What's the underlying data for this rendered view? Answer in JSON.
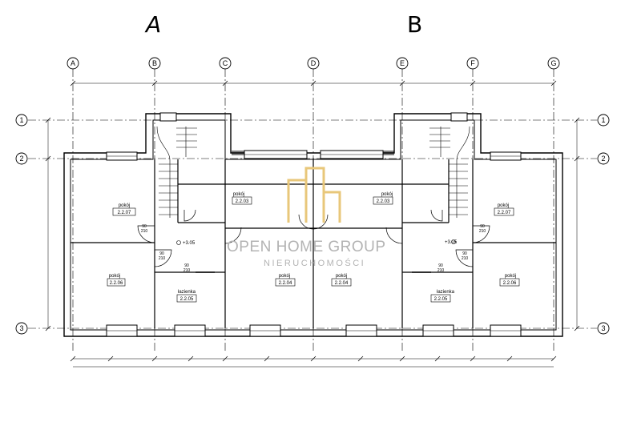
{
  "units": {
    "a": "A",
    "b": "B"
  },
  "grid_columns": [
    "A",
    "B",
    "C",
    "D",
    "E",
    "F",
    "G"
  ],
  "grid_rows": [
    "1",
    "2",
    "3"
  ],
  "rooms": [
    {
      "name": "pokój",
      "code": "2.2.07"
    },
    {
      "name": "pokój",
      "code": "2.2.06"
    },
    {
      "name": "łazienka",
      "code": "2.2.05"
    },
    {
      "name": "pokój",
      "code": "2.2.04"
    },
    {
      "name": "pokój",
      "code": "2.2.03"
    },
    {
      "name": "pokój",
      "code": "2.2.03"
    },
    {
      "name": "pokój",
      "code": "2.2.04"
    },
    {
      "name": "łazienka",
      "code": "2.2.05"
    },
    {
      "name": "pokój",
      "code": "2.2.06"
    },
    {
      "name": "pokój",
      "code": "2.2.07"
    }
  ],
  "level_marks": [
    "+3.05",
    "+3.05"
  ],
  "door_sizes": [
    "90",
    "210",
    "90",
    "210",
    "90",
    "210",
    "90",
    "210",
    "90",
    "210",
    "90",
    "210"
  ],
  "watermark": {
    "name": "OPEN HOME GROUP",
    "sub": "NIERUCHOMOŚCI"
  },
  "colors": {
    "line": "#000000",
    "watermark": "#b3b3b3",
    "logo": "#e8c77a"
  }
}
